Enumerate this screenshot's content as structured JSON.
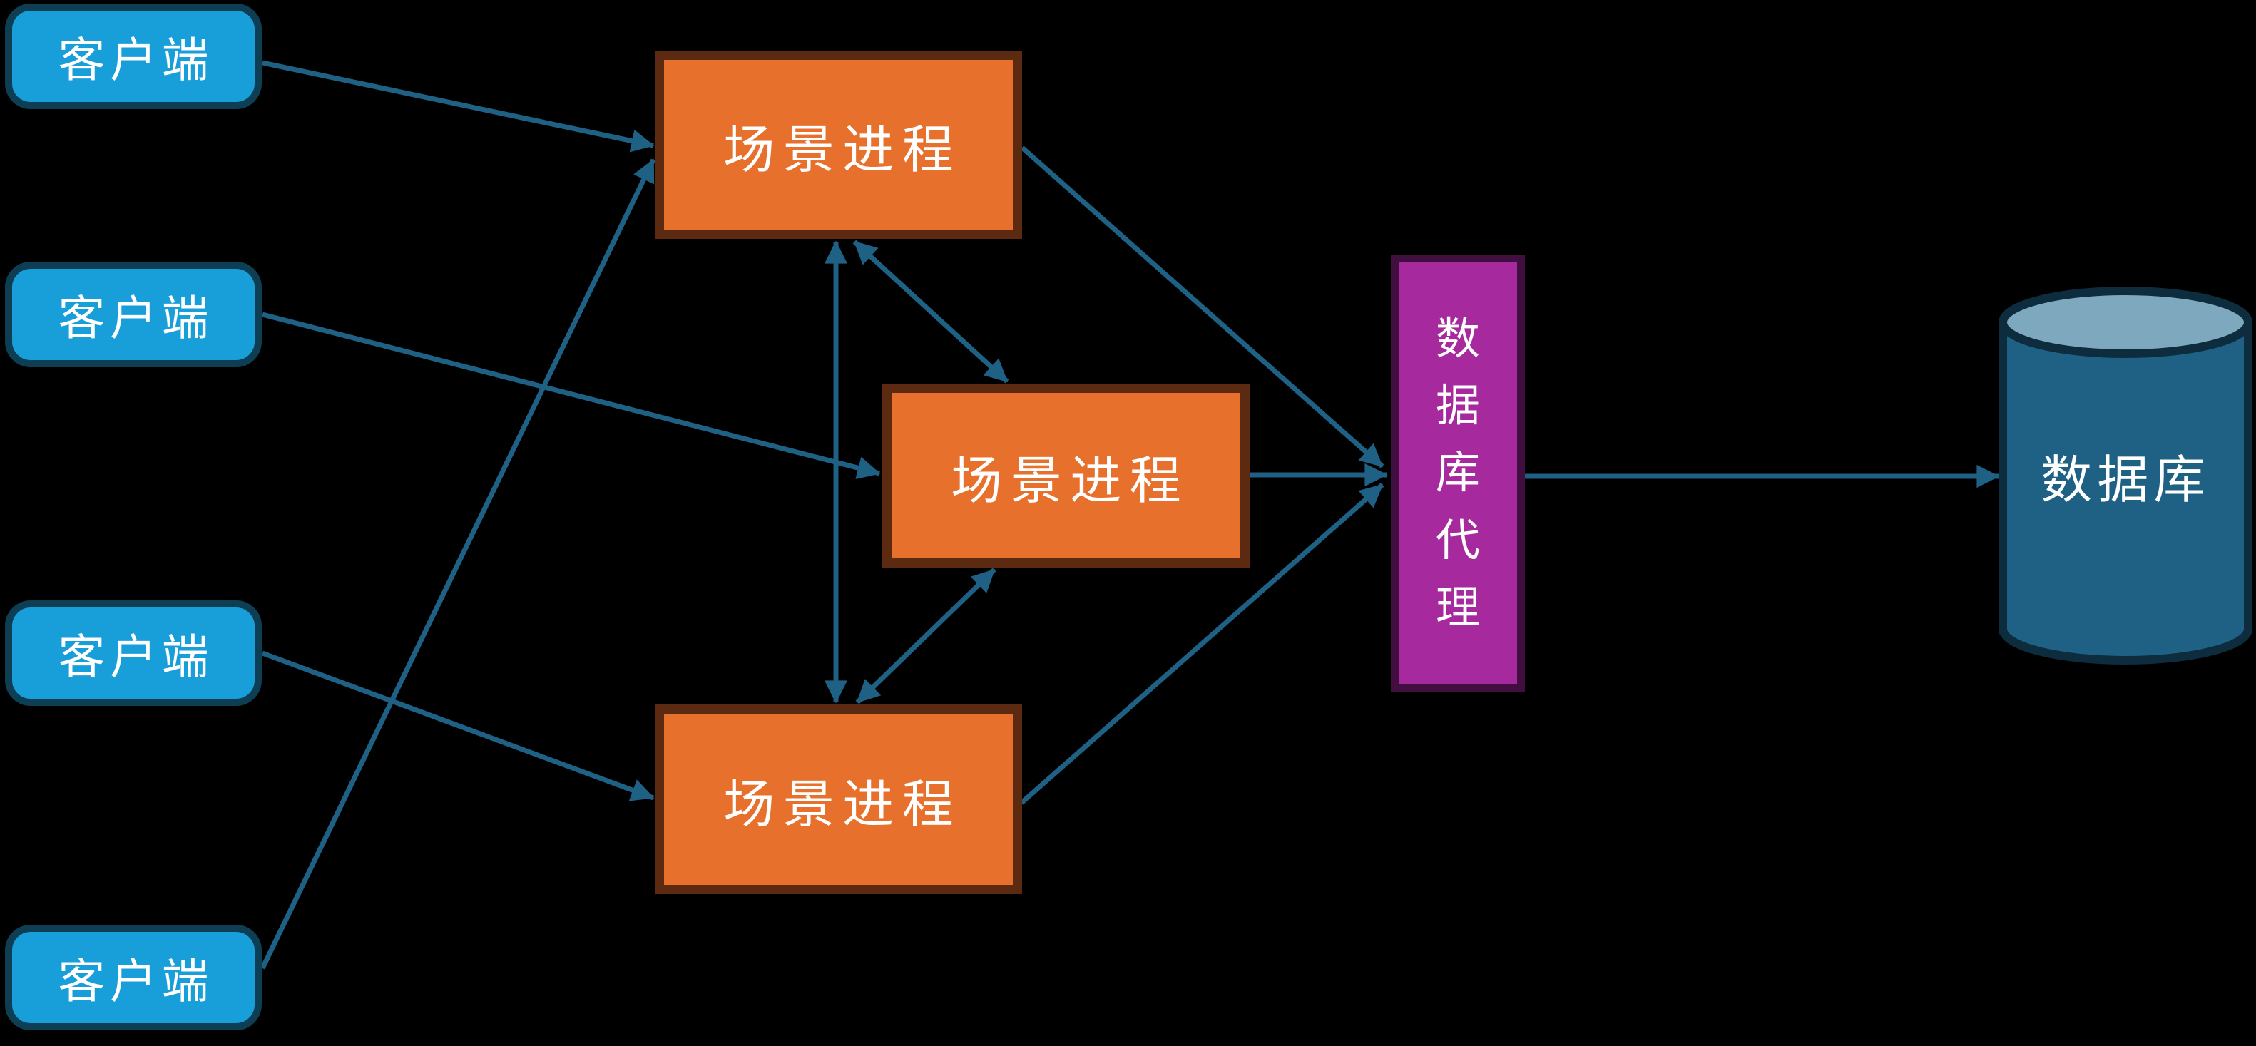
{
  "diagram": {
    "title": "client-scene-process-database architecture",
    "clients": [
      {
        "label": "客户端"
      },
      {
        "label": "客户端"
      },
      {
        "label": "客户端"
      },
      {
        "label": "客户端"
      }
    ],
    "scene_processes": [
      {
        "label": "场景进程"
      },
      {
        "label": "场景进程"
      },
      {
        "label": "场景进程"
      }
    ],
    "db_proxy": {
      "label": "数据库代理"
    },
    "database": {
      "label": "数据库"
    },
    "edges": [
      {
        "from": "client-1",
        "to": "scene-process-1",
        "direction": "one-way"
      },
      {
        "from": "client-2",
        "to": "scene-process-2",
        "direction": "one-way"
      },
      {
        "from": "client-3",
        "to": "scene-process-3",
        "direction": "one-way"
      },
      {
        "from": "client-4",
        "to": "scene-process-1",
        "direction": "one-way"
      },
      {
        "from": "scene-process-1",
        "to": "scene-process-3",
        "direction": "two-way"
      },
      {
        "from": "scene-process-1",
        "to": "scene-process-2",
        "direction": "two-way"
      },
      {
        "from": "scene-process-2",
        "to": "scene-process-3",
        "direction": "two-way"
      },
      {
        "from": "scene-process-1",
        "to": "db-proxy",
        "direction": "one-way"
      },
      {
        "from": "scene-process-2",
        "to": "db-proxy",
        "direction": "one-way"
      },
      {
        "from": "scene-process-3",
        "to": "db-proxy",
        "direction": "one-way"
      },
      {
        "from": "db-proxy",
        "to": "database",
        "direction": "one-way"
      }
    ],
    "colors": {
      "client_fill": "#189ed8",
      "client_border": "#0d3e54",
      "scene_fill": "#e7712c",
      "scene_border": "#5b2a10",
      "proxy_fill": "#a62a9e",
      "proxy_border": "#400f3f",
      "db_fill": "#1f6185",
      "db_top_fill": "#7ea8bd",
      "db_border": "#0d2c3e",
      "connector": "#1f6185",
      "label_color": "#ffffff",
      "bg": "#000000"
    }
  }
}
